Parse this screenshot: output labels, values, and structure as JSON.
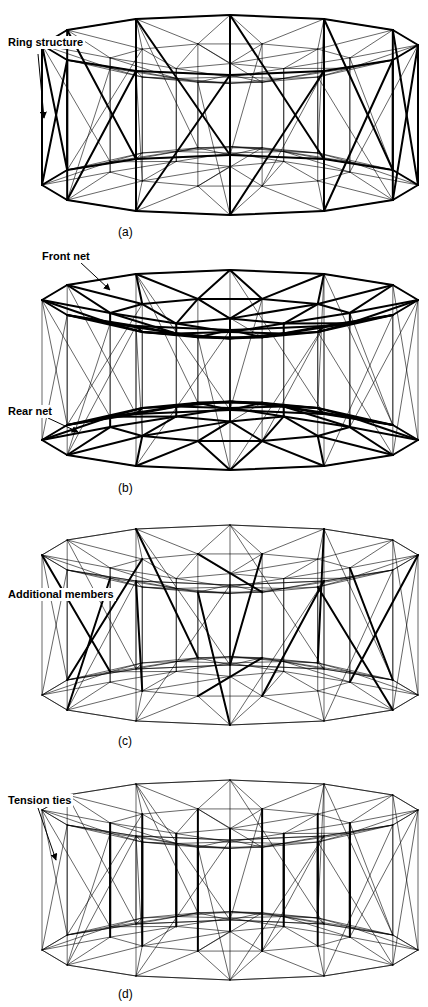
{
  "diagram": {
    "labels": [
      "Ring structure",
      "(a)",
      "Front net",
      "Rear net",
      "(b)",
      "Additional members",
      "(c)",
      "Tension ties",
      "(d)"
    ]
  }
}
